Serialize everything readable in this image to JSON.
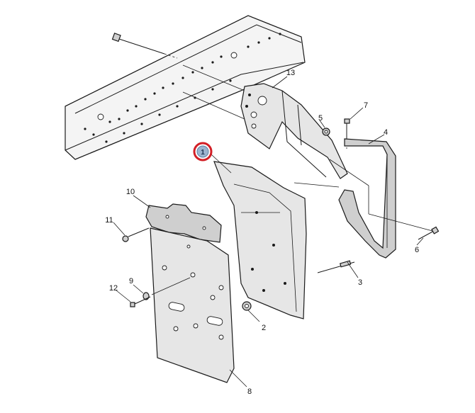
{
  "diagram": {
    "callouts": [
      {
        "id": "1",
        "label": "1",
        "highlighted": true
      },
      {
        "id": "2",
        "label": "2"
      },
      {
        "id": "3",
        "label": "3"
      },
      {
        "id": "4",
        "label": "4"
      },
      {
        "id": "5",
        "label": "5"
      },
      {
        "id": "6",
        "label": "6"
      },
      {
        "id": "7",
        "label": "7"
      },
      {
        "id": "8",
        "label": "8"
      },
      {
        "id": "9",
        "label": "9"
      },
      {
        "id": "10",
        "label": "10"
      },
      {
        "id": "11",
        "label": "11"
      },
      {
        "id": "12",
        "label": "12"
      },
      {
        "id": "13",
        "label": "13"
      }
    ],
    "colors": {
      "highlight_ring": "#d21f26",
      "highlight_badge": "#9bb4cf",
      "line_art": "#1a1a1a",
      "part_fill": "#e6e6e6"
    }
  }
}
